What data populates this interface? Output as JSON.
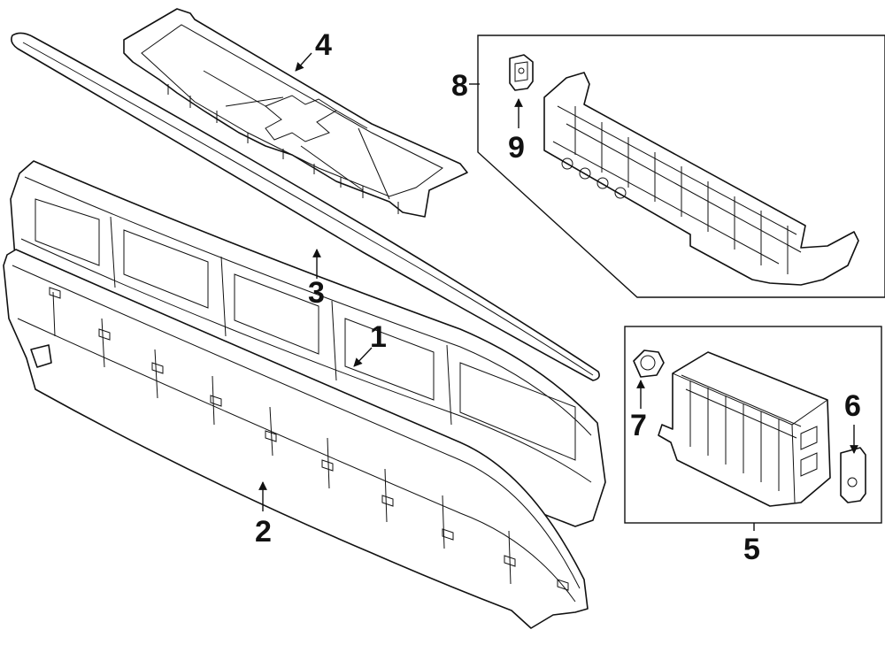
{
  "diagram": {
    "callouts": {
      "c1": "1",
      "c2": "2",
      "c3": "3",
      "c4": "4",
      "c5": "5",
      "c6": "6",
      "c7": "7",
      "c8": "8",
      "c9": "9"
    },
    "colors": {
      "line": "#111111",
      "background": "#ffffff"
    }
  }
}
